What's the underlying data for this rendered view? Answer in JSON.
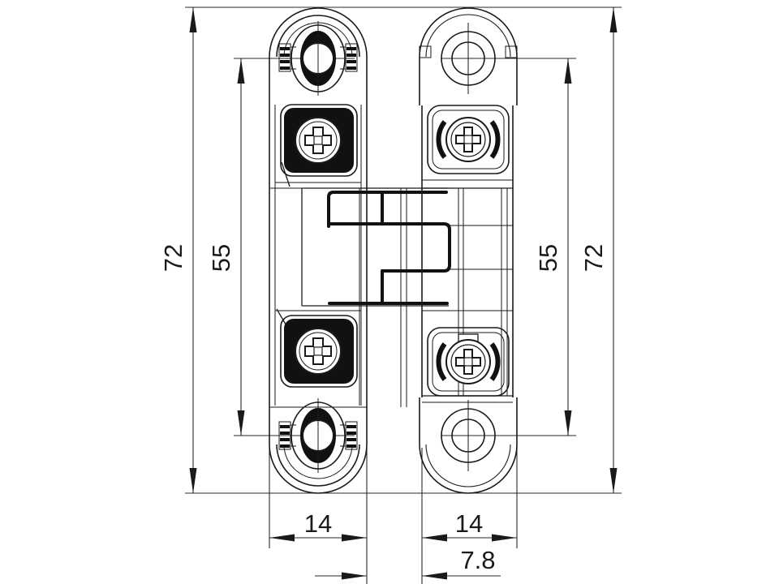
{
  "drawing": {
    "dims": {
      "overall_length_left": "72",
      "hole_pitch_left": "55",
      "hole_pitch_right": "55",
      "overall_length_right": "72",
      "leaf_width_left": "14",
      "leaf_width_right": "14",
      "leaf_gap": "7.8"
    },
    "colors": {
      "line": "#1a1a1a",
      "heavy_fill": "#111111",
      "background": "#ffffff"
    }
  }
}
